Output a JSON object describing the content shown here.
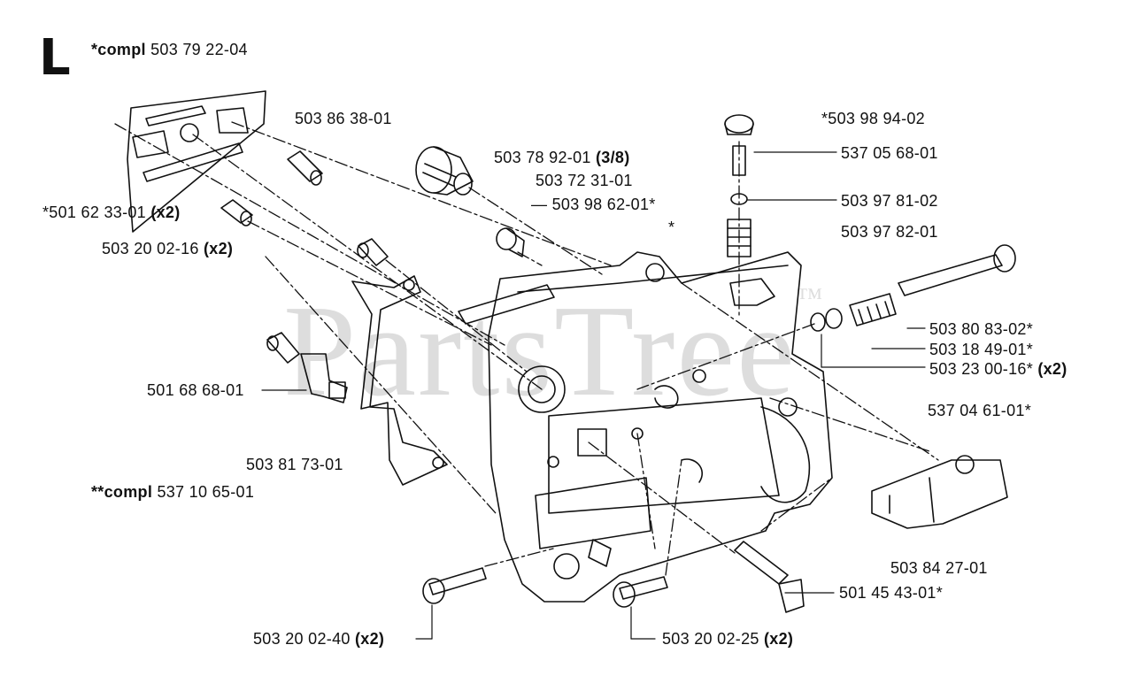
{
  "section_letter": "L",
  "watermark": "PartsTree",
  "watermark_tm": "™",
  "labels": {
    "compl_top": {
      "prefix": "*compl",
      "part": "503 79 22-04",
      "suffix": ""
    },
    "bar_plate": {
      "prefix": "",
      "part": "503 86 38-01",
      "suffix": ""
    },
    "adjuster": {
      "prefix": "",
      "part": "503 78 92-01",
      "suffix": "(3/8)"
    },
    "spur": {
      "prefix": "",
      "part": "503 72 31-01",
      "suffix": ""
    },
    "guide_pin": {
      "prefix": "— ",
      "part": "503 98 62-01*",
      "suffix": ""
    },
    "star_mark": "*",
    "knob": {
      "prefix": "",
      "part": "*503 98 94-02",
      "suffix": ""
    },
    "screw_top": {
      "prefix": "",
      "part": "537 05 68-01",
      "suffix": ""
    },
    "washer_top": {
      "prefix": "",
      "part": "503 97 81-02",
      "suffix": ""
    },
    "spring_top": {
      "prefix": "",
      "part": "503 97 82-01",
      "suffix": ""
    },
    "bushing_left": {
      "prefix": "*501 62 33-01",
      "part": "",
      "suffix": "(x2)"
    },
    "screw_left": {
      "prefix": "503 20 02-16",
      "part": "",
      "suffix": "(x2)"
    },
    "washer_right": {
      "prefix": "",
      "part": "503 80 83-02*",
      "suffix": ""
    },
    "spring_right": {
      "prefix": "",
      "part": "503 18 49-01*",
      "suffix": ""
    },
    "pin_right": {
      "prefix": "503 23 00-16*",
      "part": "",
      "suffix": "(x2)"
    },
    "bracket": {
      "prefix": "",
      "part": "501 68 68-01",
      "suffix": ""
    },
    "catcher": {
      "prefix": "",
      "part": "537 04 61-01*",
      "suffix": ""
    },
    "cover_plate": {
      "prefix": "",
      "part": "503 81 73-01",
      "suffix": ""
    },
    "compl_mid": {
      "prefix": "**compl",
      "part": "537 10 65-01",
      "suffix": ""
    },
    "buffer": {
      "prefix": "",
      "part": "503 84 27-01",
      "suffix": ""
    },
    "screw_bottom_right": {
      "prefix": "",
      "part": "501 45 43-01*",
      "suffix": ""
    },
    "screw_bottom_left": {
      "prefix": "503 20 02-40",
      "part": "",
      "suffix": "(x2)"
    },
    "screw_bottom_mid": {
      "prefix": "503 20 02-25",
      "part": "",
      "suffix": "(x2)"
    }
  }
}
